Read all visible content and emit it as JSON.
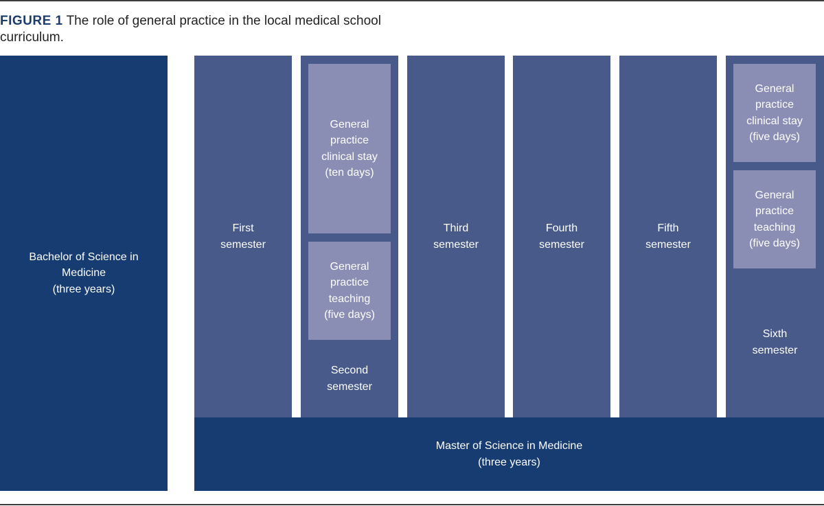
{
  "figure": {
    "label": "FIGURE 1",
    "caption": "The role of general practice in the local medical school curriculum."
  },
  "bachelor": {
    "text": "Bachelor of Science in\nMedicine\n(three years)"
  },
  "master": {
    "text": "Master of Science in Medicine\n(three years)"
  },
  "semesters": {
    "first": "First\nsemester",
    "second": "Second\nsemester",
    "third": "Third\nsemester",
    "fourth": "Fourth\nsemester",
    "fifth": "Fifth\nsemester",
    "sixth": "Sixth\nsemester"
  },
  "second_blocks": {
    "clinical_stay": "General\npractice\nclinical stay\n(ten days)",
    "teaching": "General\npractice\nteaching\n(five days)"
  },
  "sixth_blocks": {
    "clinical_stay": "General\npractice\nclinical stay\n(five days)",
    "teaching": "General\npractice\nteaching\n(five days)"
  },
  "colors": {
    "degree": "#163c72",
    "semester": "#475a8a",
    "gp_block": "#8a8eb4",
    "figure_label": "#1b3d6e"
  }
}
